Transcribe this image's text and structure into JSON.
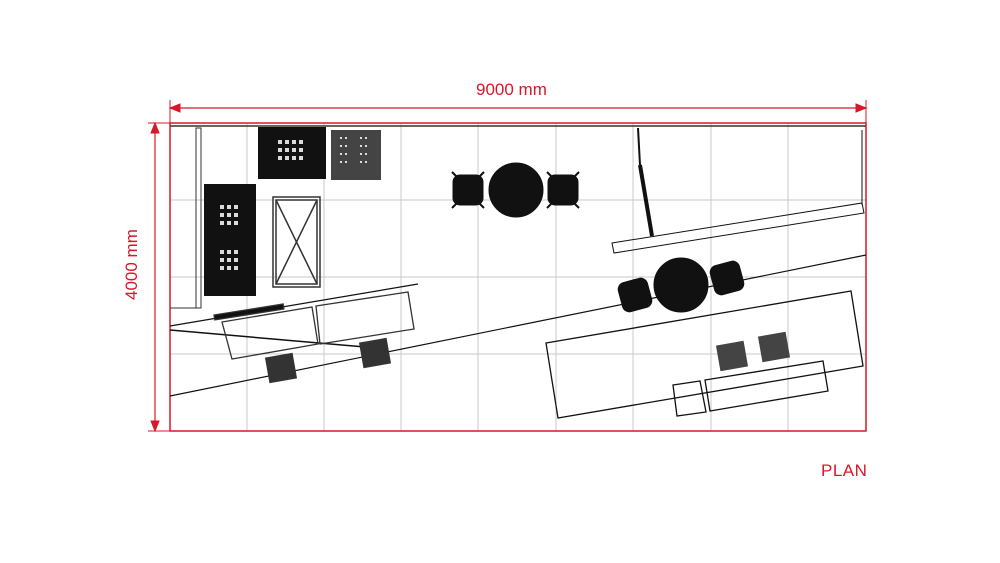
{
  "drawing": {
    "width_label": "9000 mm",
    "height_label": "4000 mm",
    "view_label": "PLAN",
    "accent_color": "#d7182a",
    "grid_color": "#c8c8c8",
    "grid": {
      "columns": 9,
      "rows": 4,
      "module_mm": 1000
    }
  },
  "furniture": [
    {
      "type": "sofa",
      "label": "dark-sofa-top"
    },
    {
      "type": "armchair",
      "label": "grey-armchair-top"
    },
    {
      "type": "sofa",
      "label": "dark-sofa-left"
    },
    {
      "type": "coffee-table",
      "label": "x-table"
    },
    {
      "type": "round-table-set",
      "label": "table-set-center",
      "chairs": 2
    },
    {
      "type": "round-table-set",
      "label": "table-set-right",
      "chairs": 2
    },
    {
      "type": "counter",
      "label": "reception-counter"
    },
    {
      "type": "stool",
      "count": 4
    }
  ]
}
